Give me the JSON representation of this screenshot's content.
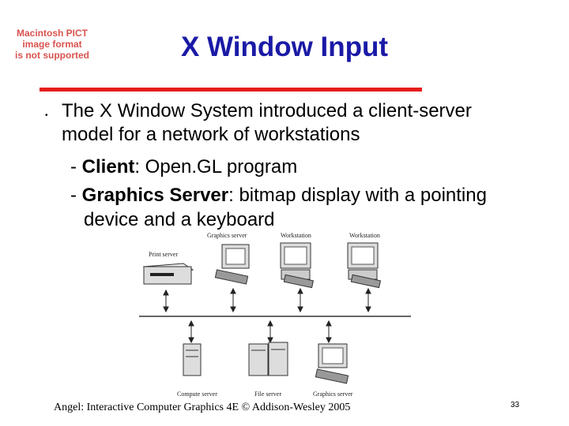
{
  "placeholder_image": {
    "lines": [
      "Macintosh PICT",
      "image format",
      "is not supported"
    ]
  },
  "slide": {
    "title": "X Window Input",
    "bullet_symbol": "•",
    "bullet": {
      "line1": "The X Window System introduced a client-server",
      "line2": "model for a network of workstations"
    },
    "sub1": {
      "dash": "- ",
      "term": "Client",
      "rest": ": Open.GL program"
    },
    "sub2": {
      "dash": "- ",
      "term": "Graphics Server",
      "rest": ": bitmap display with a pointing",
      "line2": "device and a keyboard"
    }
  },
  "figure": {
    "labels": {
      "graphics_server_top": "Graphics server",
      "workstation_1": "Workstation",
      "workstation_2": "Workstation",
      "print_server": "Print server",
      "compute_server": "Compute server",
      "file_server": "File server",
      "graphics_server_bottom": "Graphics server"
    }
  },
  "footer": {
    "citation": "Angel: Interactive Computer Graphics 4E © Addison-Wesley 2005",
    "page_number": "33"
  },
  "colors": {
    "title": "#1a1aa6",
    "underline": "#e51c1c",
    "placeholder_text": "#d9534f"
  }
}
